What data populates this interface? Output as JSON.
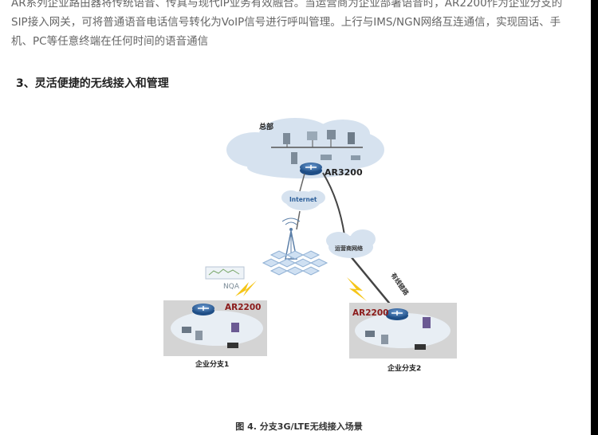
{
  "article": {
    "paragraph_lines": [
      "AR系列企业路由器将传统语音、传真与现代IP业务有效融合。当运营商为企业部署语音时，AR2200作为企业分支的",
      "SIP接入网关，可将普通语音电话信号转化为VoIP信号进行呼叫管理。上行与IMS/NGN网络互连通信，实现固话、手",
      "机、PC等任意终端在任何时间的语音通信"
    ],
    "section_heading": "3、灵活便捷的无线接入和管理"
  },
  "figure": {
    "hq_label": "总部",
    "hq_router": "AR3200",
    "internet_label": "Internet",
    "carrier_network_label": "运营商网络",
    "wired_link_label": "有线链路",
    "nqa_label": "NQA",
    "branch1_router": "AR2200",
    "branch1_label": "企业分支1",
    "branch2_router": "AR2200",
    "branch2_label": "企业分支2",
    "caption": "图 4. 分支3G/LTE无线接入场景",
    "colors": {
      "router": "#2d5f9a",
      "router_label": "#8b1a1a",
      "cloud": "#d6e2ef",
      "lightning": "#f5c518",
      "panel": "#d4d4d4"
    }
  }
}
